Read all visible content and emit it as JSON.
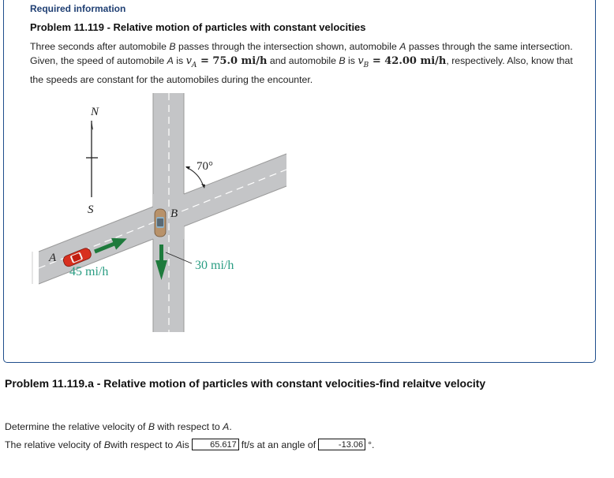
{
  "header": {
    "required_label": "Required information",
    "problem_title": "Problem 11.119 - Relative motion of particles with constant velocities"
  },
  "description": {
    "p1": "Three seconds after automobile ",
    "car_b": "B",
    "p2": " passes through the intersection shown, automobile ",
    "car_a": "A",
    "p3": " passes through the same intersection. Given, the speed of automobile ",
    "p4": " is ",
    "va_symbol": "v",
    "va_sub": "A",
    "va_value": " = 75.0 mi/h",
    "p5": " and automobile ",
    "p6": " is ",
    "vb_symbol": "v",
    "vb_sub": "B",
    "vb_value": " = 42.00 mi/h",
    "p7": ", respectively. Also, know that the speeds are constant for the automobiles during the encounter."
  },
  "figure": {
    "north_label": "N",
    "south_label": "S",
    "angle_label": "70°",
    "car_a_label": "A",
    "car_b_label": "B",
    "speed_a_label": "45 mi/h",
    "speed_b_label": "30 mi/h",
    "colors": {
      "road": "#c4c5c7",
      "road_edge": "#9a9a9a",
      "arrow": "#1e7a3c",
      "speed_text": "#2a9d83",
      "car_a": "#d8301f",
      "car_b": "#b8926a"
    }
  },
  "part_a": {
    "title": "Problem 11.119.a - Relative motion of particles with constant velocities-find relaitve velocity",
    "question": {
      "pre": "Determine the relative velocity of ",
      "b": "B",
      "mid": " with respect to ",
      "a": "A",
      "end": "."
    },
    "answer": {
      "pre": "The relative velocity of ",
      "b": "B",
      "mid": " with respect to ",
      "a": "A",
      "is": " is",
      "velocity_value": "65.617",
      "unit_text": "ft/s at an angle of",
      "angle_value": "-13.06",
      "degree_symbol": "°."
    }
  }
}
